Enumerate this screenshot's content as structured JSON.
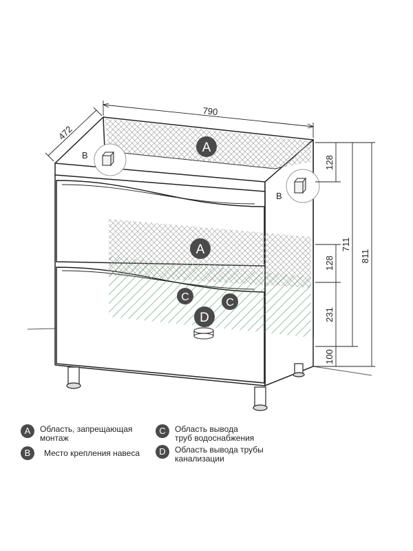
{
  "dimensions": {
    "width": "790",
    "depth": "472",
    "top_zone": "128",
    "drawer_zone": "128",
    "pipe_zone": "231",
    "leg_height": "100",
    "body_height": "711",
    "total_height": "811"
  },
  "markers": {
    "a": "A",
    "b": "B",
    "c": "C",
    "d": "D"
  },
  "legend": {
    "a": {
      "letter": "A",
      "line1": "Область, запрещающая",
      "line2": "монтаж"
    },
    "b": {
      "letter": "B",
      "line1": "Место крепления навеса"
    },
    "c": {
      "letter": "C",
      "line1": "Область вывода",
      "line2": "труб водоснабжения"
    },
    "d": {
      "letter": "D",
      "line1": "Область вывода трубы",
      "line2": "канализации"
    }
  },
  "colors": {
    "outline": "#222222",
    "badge": "#4a4a4a",
    "forbidden_zone": "#9a9a9a",
    "water_zone": "#3e8f5e"
  }
}
